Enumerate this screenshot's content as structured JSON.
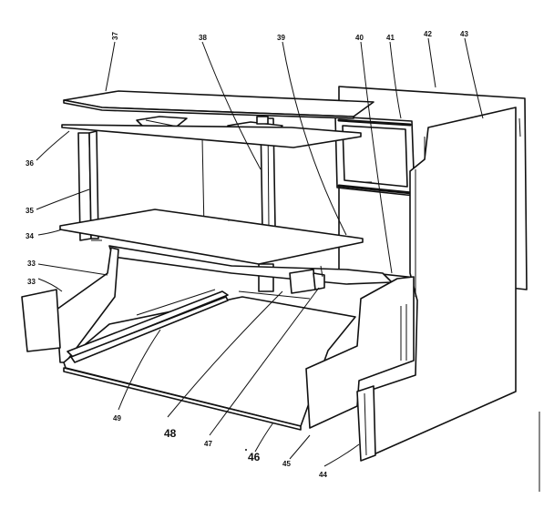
{
  "diagram": {
    "callouts": [
      {
        "id": "c37",
        "text": "37"
      },
      {
        "id": "c38",
        "text": "38"
      },
      {
        "id": "c39",
        "text": "39"
      },
      {
        "id": "c40",
        "text": "40"
      },
      {
        "id": "c41",
        "text": "41"
      },
      {
        "id": "c42",
        "text": "42"
      },
      {
        "id": "c43",
        "text": "43"
      },
      {
        "id": "c36",
        "text": "36"
      },
      {
        "id": "c35",
        "text": "35"
      },
      {
        "id": "c34",
        "text": "34"
      },
      {
        "id": "c33a",
        "text": "33"
      },
      {
        "id": "c33b",
        "text": "33"
      },
      {
        "id": "c49",
        "text": "49"
      },
      {
        "id": "c48",
        "text": "48"
      },
      {
        "id": "c47",
        "text": "47"
      },
      {
        "id": "c46",
        "text": "46"
      },
      {
        "id": "c45",
        "text": "45"
      },
      {
        "id": "c44",
        "text": "44"
      }
    ]
  }
}
